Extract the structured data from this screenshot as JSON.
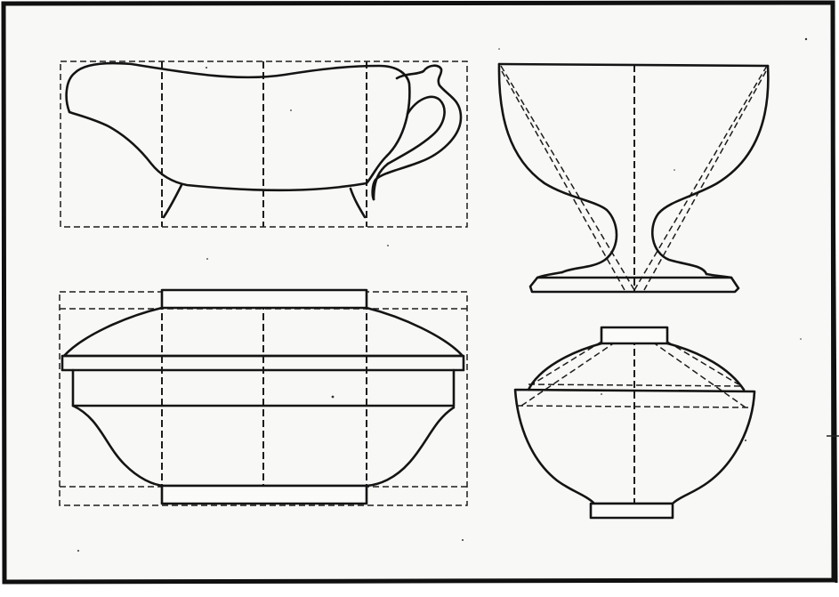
{
  "figure": {
    "panels": [
      {
        "id": "gravy-boat",
        "description_visible": false
      },
      {
        "id": "footed-cup",
        "description_visible": false
      },
      {
        "id": "lidded-bowl-wide",
        "description_visible": false
      },
      {
        "id": "lidded-bowl-round",
        "description_visible": false
      }
    ],
    "colors": {
      "paper": "#f8f8f6",
      "ink": "#141414",
      "frame": "#101010"
    }
  }
}
